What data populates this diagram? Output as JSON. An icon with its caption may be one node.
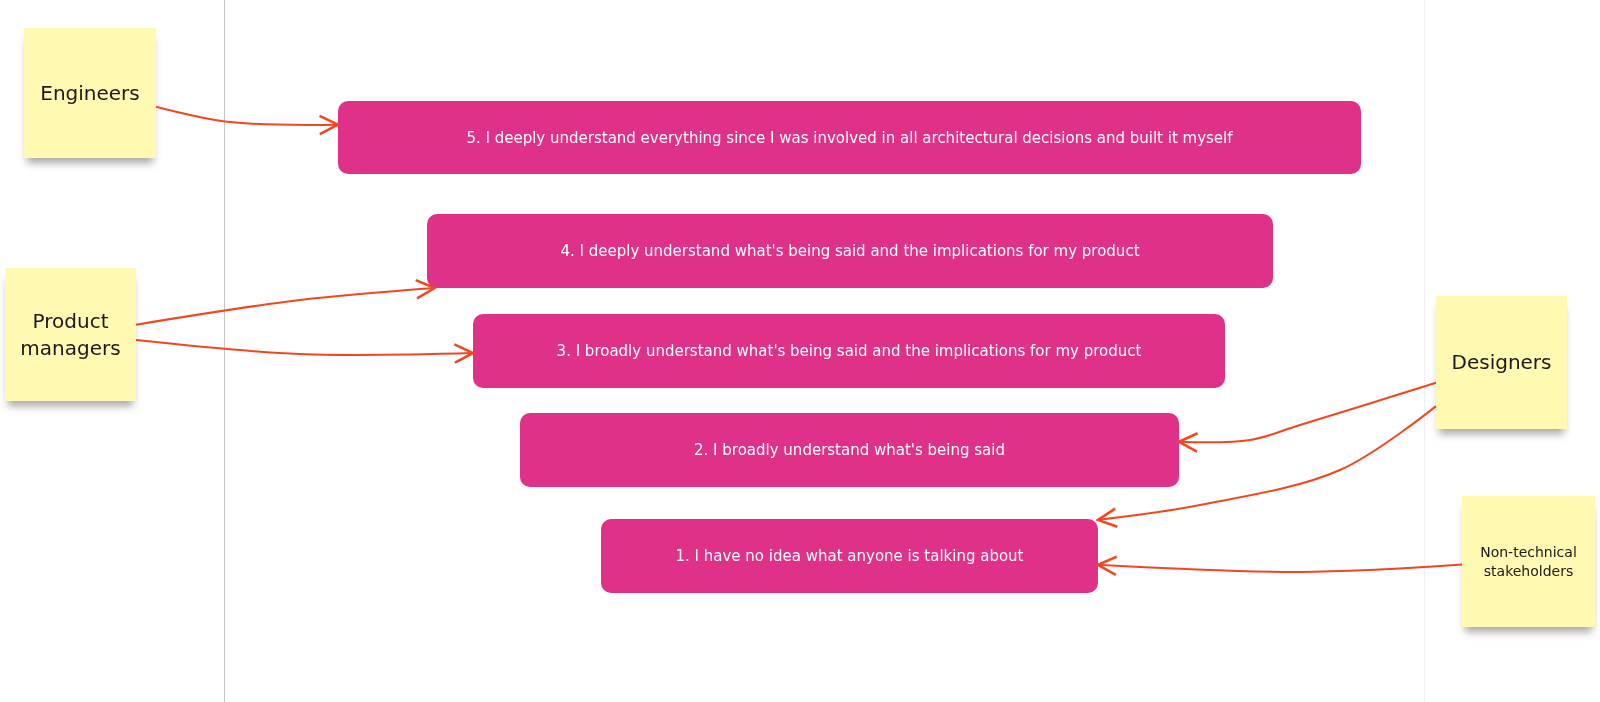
{
  "diagram": {
    "nodes": [
      {
        "text": [
          "Engineers"
        ]
      },
      {
        "text": [
          "5. I deeply understand everything since I was involved in all architectural decisions and built it myself"
        ]
      },
      {
        "text": [
          "Product managers"
        ]
      },
      {
        "text": [
          "4. I deeply understand what's being said and the implications for my product"
        ]
      },
      {
        "text": [
          "3. I broadly understand what's being said and the implications for my product"
        ]
      },
      {
        "text": [
          "Designers"
        ]
      },
      {
        "text": [
          "2. I broadly understand what's being said"
        ]
      },
      {
        "text": [
          "1. I have no idea what anyone is talking about"
        ]
      },
      {
        "text": [
          "Non-technical stakeholders"
        ]
      }
    ],
    "edges": [
      {
        "from": 0,
        "to": 1,
        "arrow": "to"
      },
      {
        "from": 2,
        "to": 3,
        "arrow": "to"
      },
      {
        "from": 2,
        "to": 4,
        "arrow": "to"
      },
      {
        "from": 5,
        "to": 6,
        "arrow": "to"
      },
      {
        "from": 5,
        "to": 7,
        "arrow": "to"
      },
      {
        "from": 8,
        "to": 7,
        "arrow": "to"
      }
    ]
  }
}
